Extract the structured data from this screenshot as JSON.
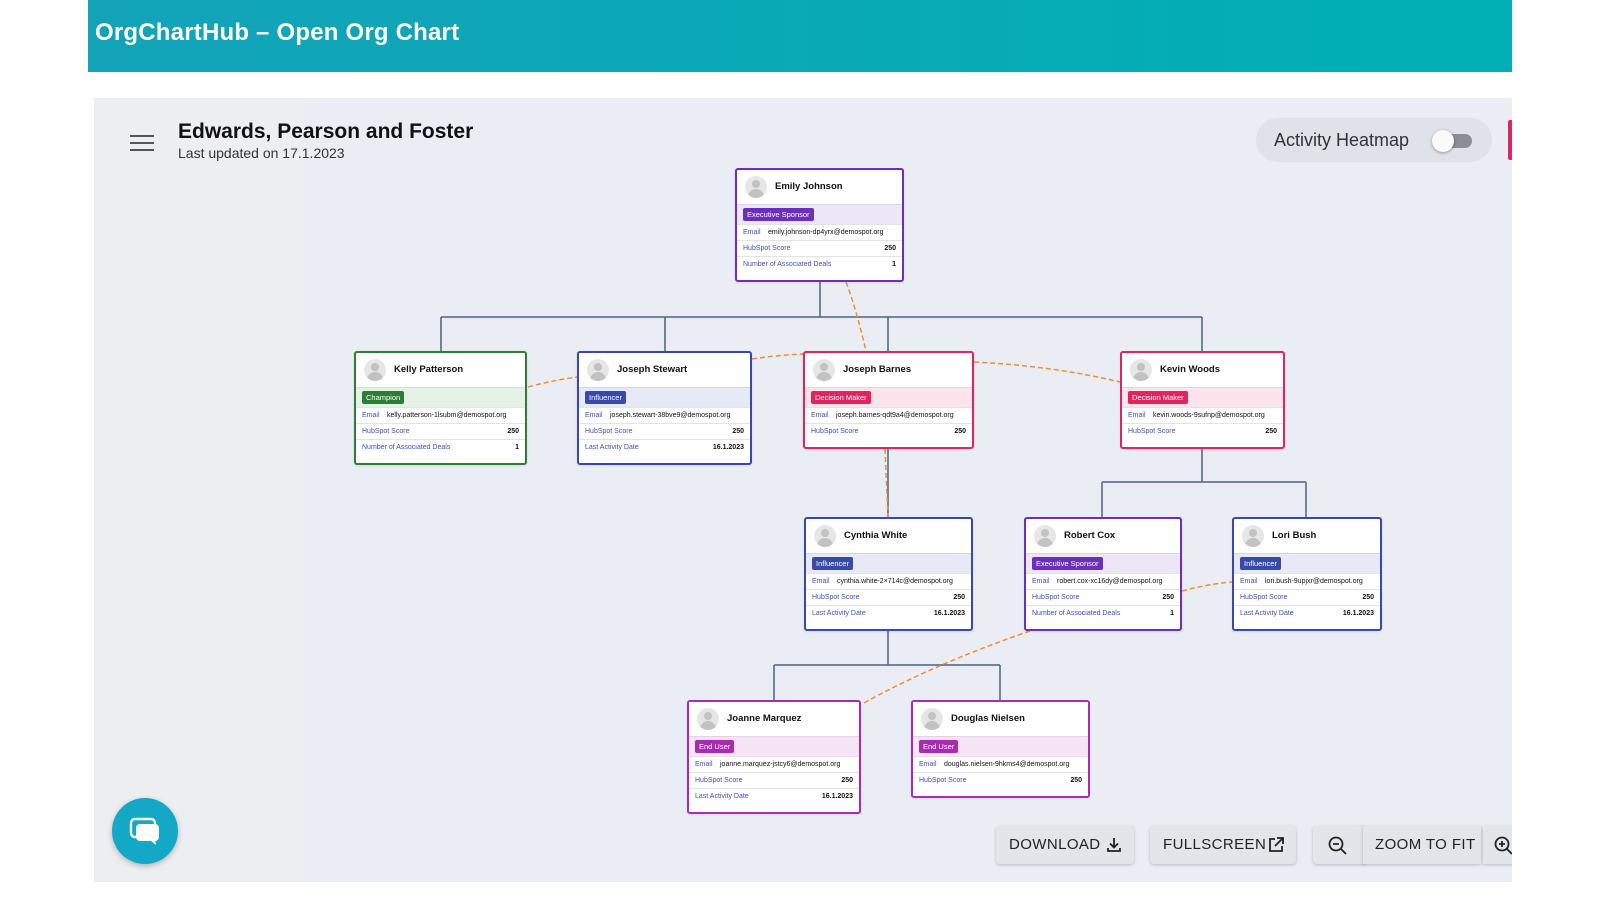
{
  "app": {
    "title": "OrgChartHub – Open Org Chart"
  },
  "company": {
    "name": "Edwards, Pearson and Foster",
    "updated": "Last updated on 17.1.2023"
  },
  "heatmap": {
    "label": "Activity Heatmap",
    "enabled": false
  },
  "labels": {
    "email": "Email",
    "score": "HubSpot Score",
    "deals": "Number of Associated Deals",
    "activity": "Last Activity Date"
  },
  "roles": {
    "executive_sponsor": "Executive Sponsor",
    "champion": "Champion",
    "influencer": "Influencer",
    "decision_maker": "Decision Maker",
    "end_user": "End User"
  },
  "colors": {
    "executive_sponsor": "#6a2fbf",
    "champion": "#2e7d32",
    "influencer": "#3949ab",
    "decision_maker": "#e0245e",
    "end_user": "#a82bb4",
    "connector": "#4a6380",
    "relationship": "#f28c38"
  },
  "people": {
    "emily": {
      "name": "Emily Johnson",
      "email": "emily.johnson-dp4yrx@demospot.org",
      "score": "250",
      "deals": "1"
    },
    "kelly": {
      "name": "Kelly Patterson",
      "email": "kelly.patterson-1lsubm@demospot.org",
      "score": "250",
      "deals": "1"
    },
    "josephs": {
      "name": "Joseph Stewart",
      "email": "joseph.stewart-38bve9@demospot.org",
      "score": "250",
      "activity": "16.1.2023"
    },
    "josephb": {
      "name": "Joseph Barnes",
      "email": "joseph.barnes-qdt9a4@demospot.org",
      "score": "250"
    },
    "kevin": {
      "name": "Kevin Woods",
      "email": "kevin.woods-9sufnp@demospot.org",
      "score": "250"
    },
    "cynthia": {
      "name": "Cynthia White",
      "email": "cynthia.white-2×714c@demospot.org",
      "score": "250",
      "activity": "16.1.2023"
    },
    "robert": {
      "name": "Robert Cox",
      "email": "robert.cox-xc16dy@demospot.org",
      "score": "250",
      "deals": "1"
    },
    "lori": {
      "name": "Lori Bush",
      "email": "lori.bush-9upjxr@demospot.org",
      "score": "250",
      "activity": "16.1.2023"
    },
    "joanne": {
      "name": "Joanne Marquez",
      "email": "joanne.marquez-jstcy6@demospot.org",
      "score": "250",
      "activity": "16.1.2023"
    },
    "douglas": {
      "name": "Douglas Nielsen",
      "email": "douglas.nielsen-9hkms4@demospot.org",
      "score": "250"
    }
  },
  "controls": {
    "download": "DOWNLOAD",
    "fullscreen": "FULLSCREEN",
    "zoom_to_fit": "ZOOM TO FIT"
  },
  "icons": {
    "menu": "menu-icon",
    "download": "download-icon",
    "fullscreen": "open-external-icon",
    "zoom_out": "zoom-out-icon",
    "zoom_in": "zoom-in-icon",
    "chat": "chat-icon",
    "avatar": "avatar-icon"
  }
}
